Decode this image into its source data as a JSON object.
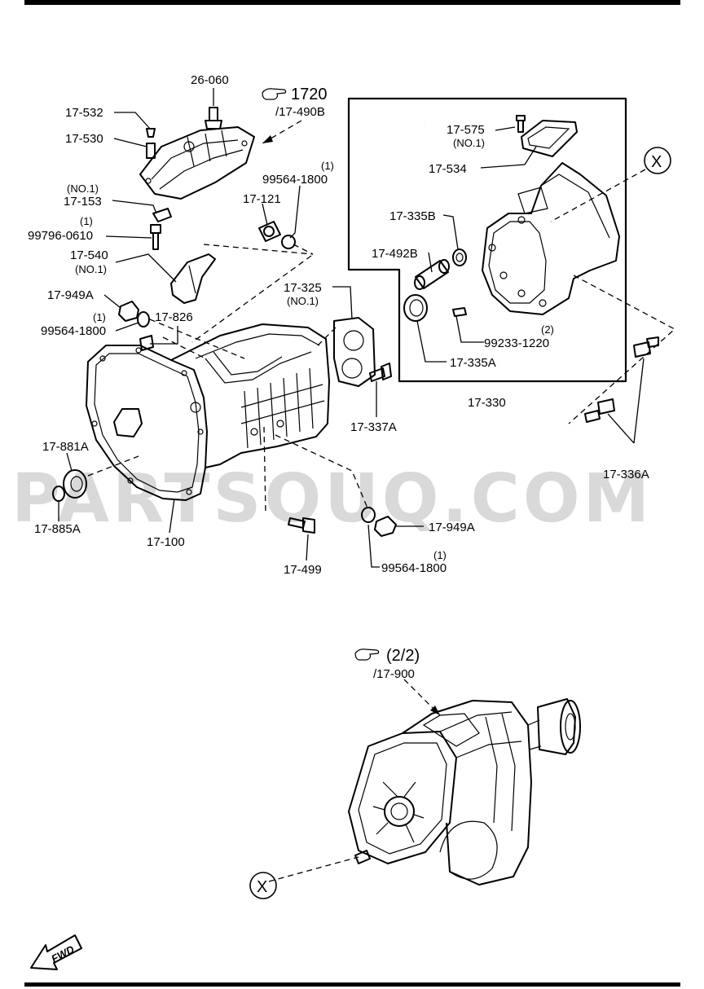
{
  "diagram": {
    "top_ref": {
      "icon": "pointing-hand-icon",
      "code": "1720",
      "ref": "/17-490B"
    },
    "bottom_ref": {
      "icon": "pointing-hand-icon",
      "code": "(2/2)",
      "ref": "/17-900"
    },
    "watermark": "PARTSOUQ.COM",
    "fwd_label": "FWD",
    "x_marker": "X",
    "labels": {
      "l_26_060": "26-060",
      "l_17_532": "17-532",
      "l_17_530": "17-530",
      "l_no1_a": "(NO.1)",
      "l_17_153": "17-153",
      "l_1_a": "(1)",
      "l_99796": "99796-0610",
      "l_17_540": "17-540",
      "l_no1_b": "(NO.1)",
      "l_17_949a_top": "17-949A",
      "l_1_b": "(1)",
      "l_99564_left": "99564-1800",
      "l_17_826": "17-826",
      "l_1_c": "(1)",
      "l_99564_mid": "99564-1800",
      "l_17_121": "17-121",
      "l_17_325": "17-325",
      "l_no1_c": "(NO.1)",
      "l_17_337a": "17-337A",
      "l_17_575": "17-575",
      "l_no1_d": "(NO.1)",
      "l_17_534": "17-534",
      "l_17_335b": "17-335B",
      "l_17_492b": "17-492B",
      "l_2": "(2)",
      "l_99233": "99233-1220",
      "l_17_335a": "17-335A",
      "l_17_330": "17-330",
      "l_17_336a": "17-336A",
      "l_17_881a": "17-881A",
      "l_17_885a": "17-885A",
      "l_17_100": "17-100",
      "l_17_499": "17-499",
      "l_17_949a_bot": "17-949A",
      "l_1_d": "(1)",
      "l_99564_bot": "99564-1800"
    }
  }
}
